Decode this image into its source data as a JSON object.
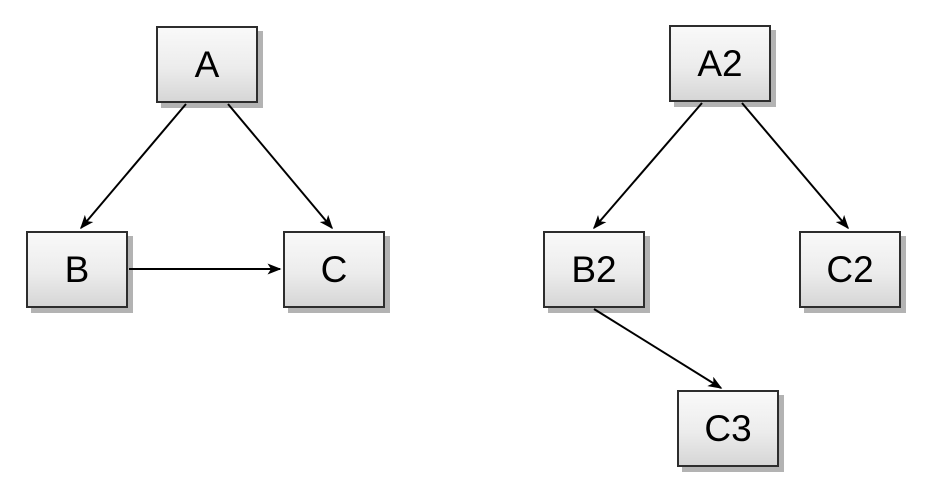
{
  "page": {
    "background_color": "#ffffff"
  },
  "style": {
    "node_border_color": "#2d2d2d",
    "node_fill_top": "#f9f9f9",
    "node_fill_bottom": "#d6d6d6",
    "node_shadow_color": "#b3b3b3",
    "edge_color": "#000000",
    "text_color": "#000000"
  },
  "diagrams": [
    {
      "name": "left-graph",
      "nodes": [
        {
          "id": "A",
          "label": "A"
        },
        {
          "id": "B",
          "label": "B"
        },
        {
          "id": "C",
          "label": "C"
        }
      ],
      "edges": [
        {
          "from": "A",
          "to": "B"
        },
        {
          "from": "A",
          "to": "C"
        },
        {
          "from": "B",
          "to": "C"
        }
      ]
    },
    {
      "name": "right-graph",
      "nodes": [
        {
          "id": "A2",
          "label": "A2"
        },
        {
          "id": "B2",
          "label": "B2"
        },
        {
          "id": "C2",
          "label": "C2"
        },
        {
          "id": "C3",
          "label": "C3"
        }
      ],
      "edges": [
        {
          "from": "A2",
          "to": "B2"
        },
        {
          "from": "A2",
          "to": "C2"
        },
        {
          "from": "B2",
          "to": "C3"
        }
      ]
    }
  ]
}
